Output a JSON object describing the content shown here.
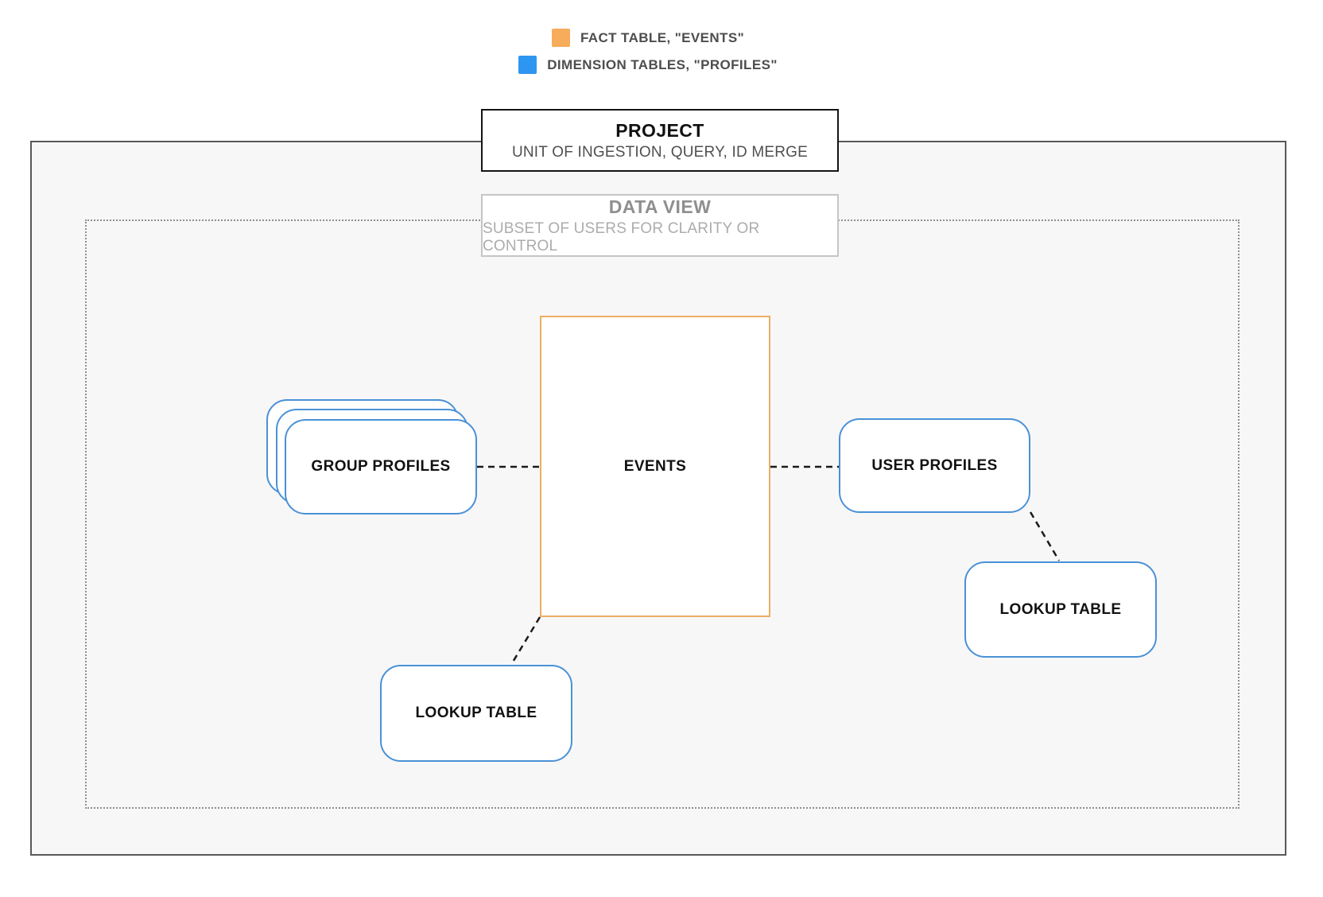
{
  "colors": {
    "fact-orange": "#F7AC5C",
    "dimension-blue": "#2D96F1",
    "node-blue-border": "#4A91D6",
    "events-orange-border": "#EDAD62",
    "outer-border": "#59595B",
    "dotted-border": "#8F8F8F",
    "legend-text": "#4D4D4D",
    "connector": "#1A1A1A"
  },
  "legend": {
    "items": [
      {
        "label": "FACT TABLE, \"EVENTS\"",
        "swatch_color": "#F7AC5C",
        "swatch_name": "fact-table-swatch"
      },
      {
        "label": "DIMENSION TABLES, \"PROFILES\"",
        "swatch_color": "#2D96F1",
        "swatch_name": "dimension-tables-swatch"
      }
    ]
  },
  "project": {
    "title": "PROJECT",
    "subtitle": "UNIT OF INGESTION, QUERY, ID MERGE"
  },
  "data_view": {
    "title": "DATA VIEW",
    "subtitle": "SUBSET OF USERS FOR CLARITY OR CONTROL"
  },
  "nodes": {
    "events": {
      "label": "EVENTS",
      "type": "fact"
    },
    "group_profiles": {
      "label": "GROUP PROFILES",
      "type": "dimension",
      "stacked": true
    },
    "user_profiles": {
      "label": "USER PROFILES",
      "type": "dimension"
    },
    "lookup_table_bottom": {
      "label": "LOOKUP TABLE",
      "type": "dimension"
    },
    "lookup_table_right": {
      "label": "LOOKUP TABLE",
      "type": "dimension"
    }
  },
  "connections": [
    {
      "from": "group_profiles",
      "to": "events",
      "style": "dashed"
    },
    {
      "from": "events",
      "to": "user_profiles",
      "style": "dashed"
    },
    {
      "from": "events",
      "to": "lookup_table_bottom",
      "style": "dashed"
    },
    {
      "from": "user_profiles",
      "to": "lookup_table_right",
      "style": "dashed"
    }
  ]
}
